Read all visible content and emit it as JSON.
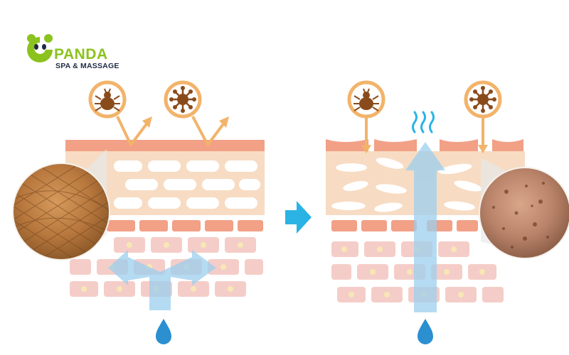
{
  "brand": {
    "name": "PANDA",
    "tagline": "SPA & MASSAGE",
    "colors": {
      "green": "#8cc21e",
      "navy": "#1f2a44"
    }
  },
  "diagram": {
    "panels": [
      {
        "state": "healthy skin barrier",
        "microbes_reflected": true,
        "water_flow": "retained"
      },
      {
        "state": "damaged skin barrier",
        "microbes_reflected": false,
        "water_flow": "evaporating"
      }
    ],
    "icons": [
      "tick-icon",
      "virus-icon",
      "water-drop-icon",
      "steam-icon",
      "arrow-right-icon"
    ],
    "colors": {
      "stratum": "#f2a086",
      "lipid_bg": "#f7dcc3",
      "lipid_cell": "#ffffff",
      "cell": "#f5cdc8",
      "cell_core": "#f6e7b5",
      "icon_ring": "#f2b36a",
      "icon_fill": "#8a4b1c",
      "water": "#9ccfee",
      "arrow": "#2bb3e6"
    }
  }
}
